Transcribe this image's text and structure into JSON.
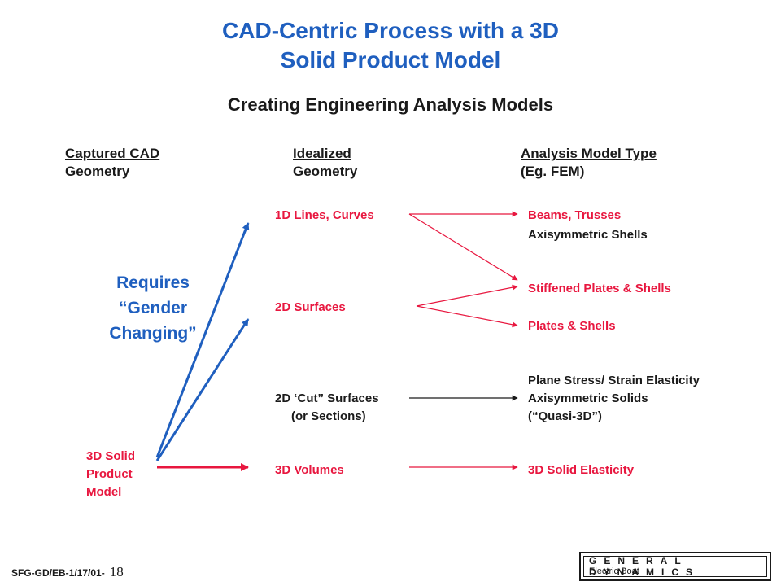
{
  "title": {
    "line1": "CAD-Centric Process with a 3D",
    "line2": "Solid Product Model"
  },
  "subtitle": "Creating Engineering Analysis Models",
  "columns": {
    "captured": {
      "line1": "Captured CAD",
      "line2": "Geometry"
    },
    "idealized": {
      "line1": "Idealized",
      "line2": "Geometry"
    },
    "analysis": {
      "line1": "Analysis Model Type",
      "line2": "(Eg. FEM)"
    }
  },
  "source": {
    "line1": "3D Solid",
    "line2": "Product",
    "line3": "Model"
  },
  "note": {
    "line1": "Requires",
    "line2": "“Gender",
    "line3": "Changing”"
  },
  "idealized_items": {
    "lines": "1D Lines, Curves",
    "surfaces": "2D Surfaces",
    "cut_line1": "2D ‘Cut” Surfaces",
    "cut_line2": "(or Sections)",
    "volumes": "3D Volumes"
  },
  "analysis_items": {
    "beams": "Beams, Trusses",
    "axi_shells": "Axisymmetric Shells",
    "stiffened": "Stiffened Plates & Shells",
    "plates": "Plates & Shells",
    "plane_stress": "Plane Stress/ Strain Elasticity",
    "axi_solids": "Axisymmetric Solids",
    "quasi": "(“Quasi-3D”)",
    "solid_elasticity": "3D Solid Elasticity"
  },
  "footer": {
    "code": "SFG-GD/EB-1/17/01-",
    "page": "18"
  },
  "logo": {
    "line1": "GENERAL DYNAMICS",
    "line2": "Electric Boat"
  },
  "colors": {
    "title_blue": "#1f5fbf",
    "accent_red": "#e8173f",
    "text_dark": "#1a1a1a",
    "background": "#ffffff"
  }
}
